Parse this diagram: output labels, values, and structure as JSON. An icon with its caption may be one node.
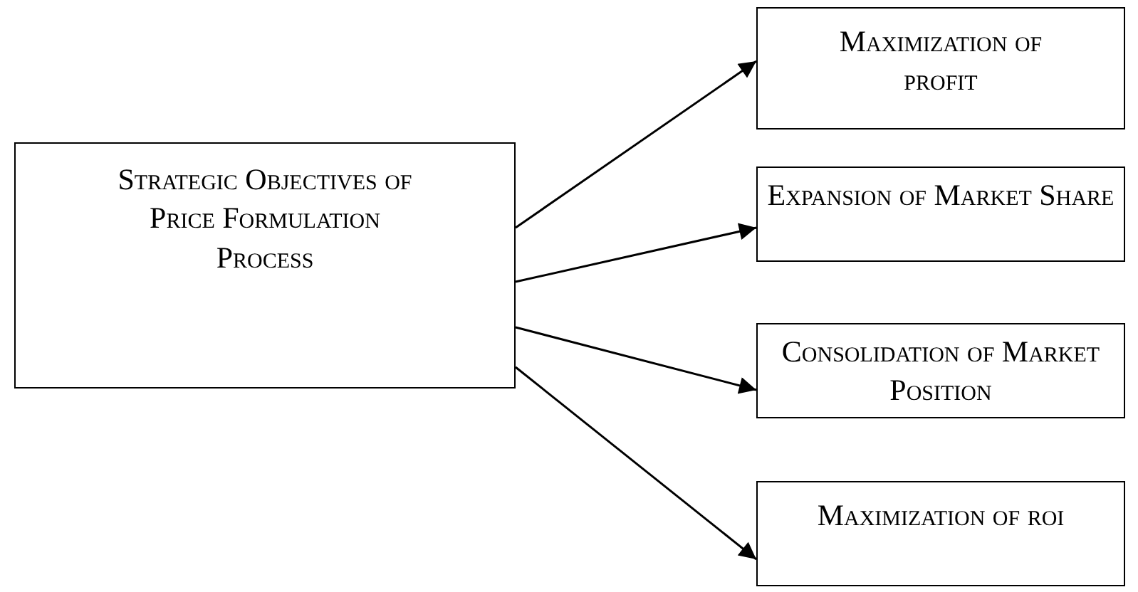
{
  "diagram": {
    "nodes": [
      {
        "text": [
          "Strategic Objectives of Price Formulation Process"
        ]
      },
      {
        "text": [
          "Maximization of profit"
        ]
      },
      {
        "text": [
          "Expansion of Market Share"
        ]
      },
      {
        "text": [
          "Consolidation of Market Position"
        ]
      },
      {
        "text": [
          "Maximization of roi"
        ]
      }
    ],
    "edges": [
      {
        "from": 0,
        "to": 1,
        "arrow": "to"
      },
      {
        "from": 0,
        "to": 2,
        "arrow": "to"
      },
      {
        "from": 0,
        "to": 3,
        "arrow": "to"
      },
      {
        "from": 0,
        "to": 4,
        "arrow": "to"
      }
    ]
  }
}
